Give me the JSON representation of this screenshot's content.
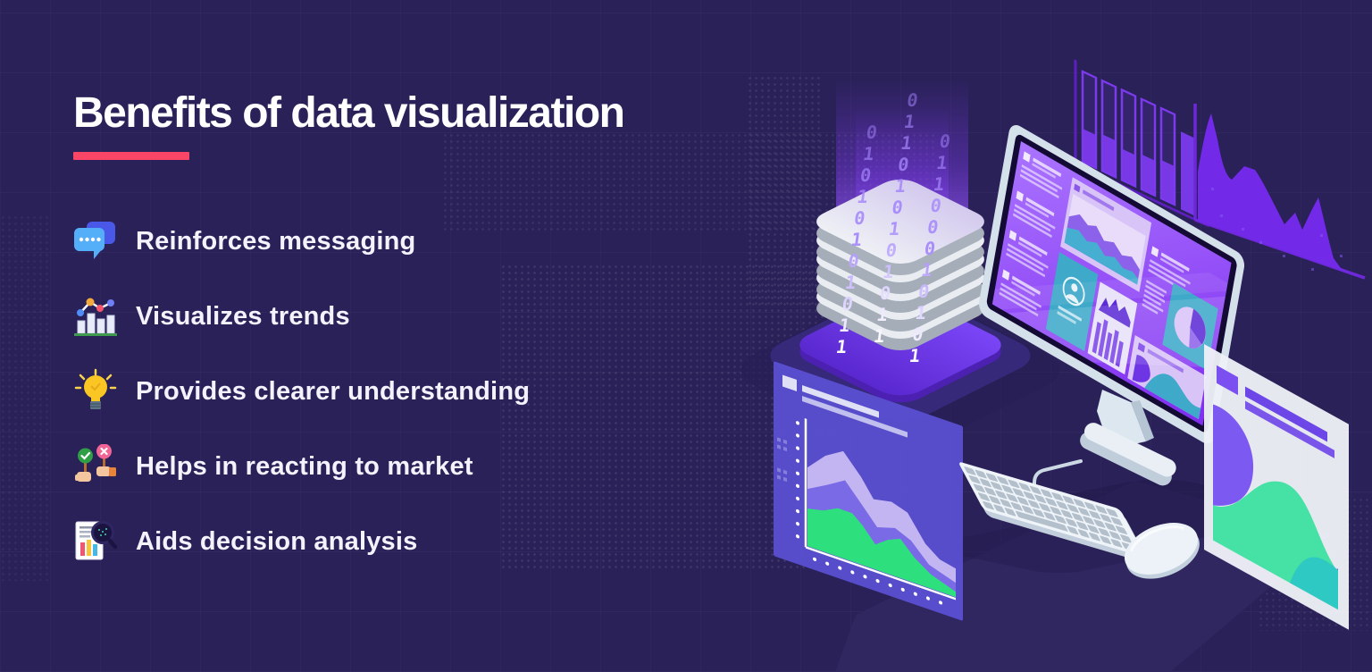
{
  "page": {
    "title": "Benefits of data visualization"
  },
  "theme": {
    "background": "#2a2159",
    "accent_pink": "#f94566",
    "text": "#ffffff",
    "purple": "#7c3aed",
    "screen_purple": "#8a3ff5",
    "teal": "#3ea9c9",
    "green": "#2ee07d",
    "lavender": "#d9c4f8"
  },
  "benefits": [
    {
      "icon": "chat-bubbles-icon",
      "label": "Reinforces messaging"
    },
    {
      "icon": "trend-bar-chart-icon",
      "label": "Visualizes trends"
    },
    {
      "icon": "light-bulb-icon",
      "label": "Provides clearer understanding"
    },
    {
      "icon": "decision-signs-icon",
      "label": "Helps in reacting to market"
    },
    {
      "icon": "document-magnifier-icon",
      "label": "Aids decision analysis"
    }
  ],
  "illustration": {
    "binary_columns": [
      "01010101011",
      "011010101011",
      "01100010101"
    ]
  }
}
